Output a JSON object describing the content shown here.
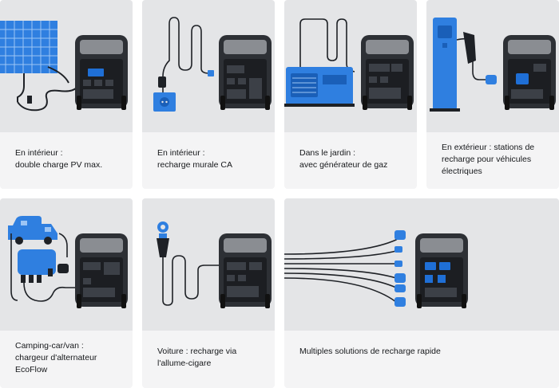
{
  "cards": [
    {
      "line1": "En intérieur :",
      "line2": "double charge PV max.",
      "line3": ""
    },
    {
      "line1": "En intérieur :",
      "line2": "recharge murale CA",
      "line3": ""
    },
    {
      "line1": "Dans le jardin :",
      "line2": "avec générateur de gaz",
      "line3": ""
    },
    {
      "line1": "En extérieur : stations de",
      "line2": "recharge pour véhicules",
      "line3": "électriques"
    },
    {
      "line1": "Camping-car/van :",
      "line2": "chargeur d'alternateur",
      "line3": "EcoFlow"
    },
    {
      "line1": "Voiture : recharge via",
      "line2": "l'allume-cigare",
      "line3": ""
    },
    {
      "line1": "Multiples solutions de recharge rapide",
      "line2": "",
      "line3": ""
    }
  ],
  "colors": {
    "accent": "#1f6fd6",
    "panel": "#2f7fe0",
    "station": "#2d3035",
    "cable": "#1e2126"
  },
  "icons": [
    "solar-panel-icon",
    "wall-outlet-icon",
    "gas-generator-icon",
    "ev-charger-icon",
    "camper-van-icon",
    "alternator-charger-icon",
    "car-socket-icon",
    "multi-cable-icon",
    "power-station-icon"
  ]
}
